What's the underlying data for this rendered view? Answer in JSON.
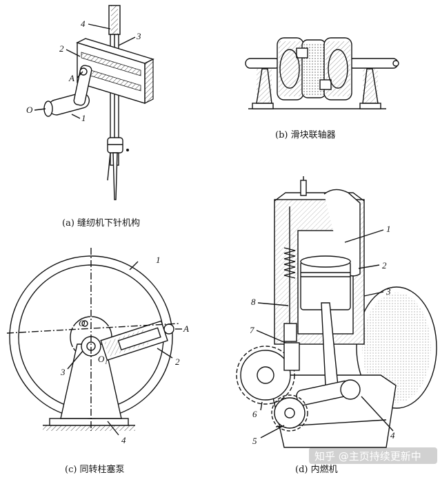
{
  "figures": [
    {
      "id": "a",
      "caption": "(a)  缝纫机下针机构",
      "labels": [
        "4",
        "3",
        "2",
        "A",
        "O",
        "1"
      ]
    },
    {
      "id": "b",
      "caption": "(b)  滑块联轴器",
      "labels": []
    },
    {
      "id": "c",
      "caption": "(c)  同转柱塞泵",
      "labels": [
        "1",
        "O",
        "A",
        "3",
        "O₁",
        "2",
        "4"
      ]
    },
    {
      "id": "d",
      "caption": "(d)  内燃机",
      "labels": [
        "1",
        "2",
        "3",
        "8",
        "7",
        "6",
        "5",
        "4"
      ]
    }
  ],
  "watermark": {
    "text": "知乎 @主页持续更新中"
  }
}
